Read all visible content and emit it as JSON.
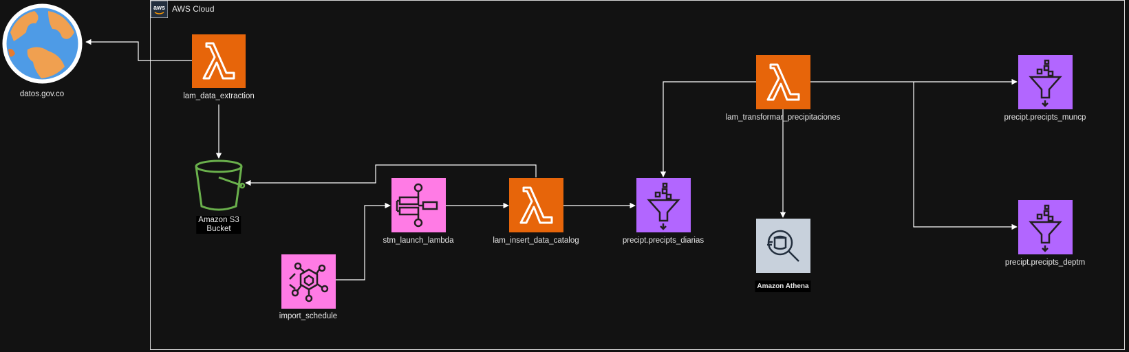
{
  "diagram": {
    "cloud_label": "AWS Cloud",
    "aws_badge": "aws",
    "nodes": {
      "datos": "datos.gov.co",
      "lam_data_extraction": "lam_data_extraction",
      "s3_line1": "Amazon S3",
      "s3_line2": "Bucket",
      "import_schedule": "import_schedule",
      "stm_launch_lambda": "stm_launch_lambda",
      "lam_insert_data_catalog": "lam_insert_data_catalog",
      "precipts_diarias": "precipt.precipts_diarias",
      "lam_transformar": "lam_transformar_precipitaciones",
      "athena": "Amazon Athena",
      "precipts_muncp": "precipt.precipts_muncp",
      "precipts_deptm": "precipt.precipts_deptm"
    },
    "colors": {
      "background": "#121212",
      "lambda": "#e7650a",
      "glue": "#b266ff",
      "eventbridge_stepfunctions": "#ff7be5",
      "athena": "#c8d1dc",
      "s3": "#6ab04c",
      "connector": "#ffffff"
    },
    "icons": [
      "globe-icon",
      "lambda-icon",
      "s3-bucket-icon",
      "step-functions-icon",
      "eventbridge-scheduler-icon",
      "glue-crawler-icon",
      "athena-icon"
    ]
  }
}
